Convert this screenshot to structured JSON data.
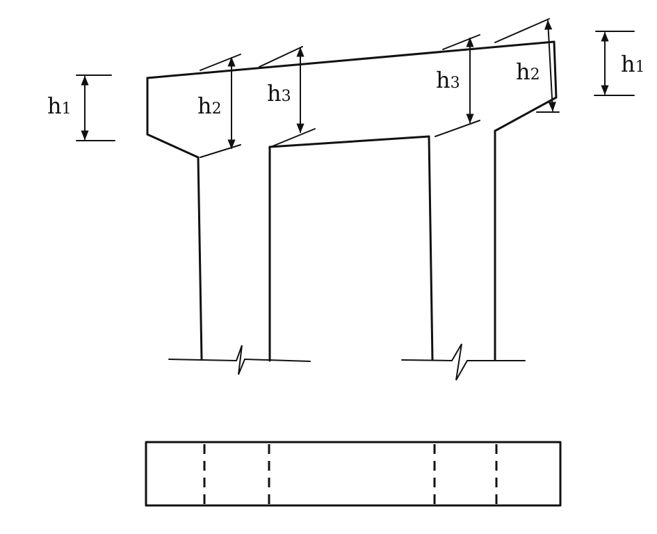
{
  "diagram": {
    "labels": {
      "h1_left": {
        "main": "h",
        "sub": "1"
      },
      "h2_left": {
        "main": "h",
        "sub": "2"
      },
      "h3_left": {
        "main": "h",
        "sub": "3"
      },
      "h3_right": {
        "main": "h",
        "sub": "3"
      },
      "h2_right": {
        "main": "h",
        "sub": "2"
      },
      "h1_right": {
        "main": "h",
        "sub": "1"
      }
    },
    "colors": {
      "stroke": "#111111",
      "background": "#ffffff"
    }
  }
}
